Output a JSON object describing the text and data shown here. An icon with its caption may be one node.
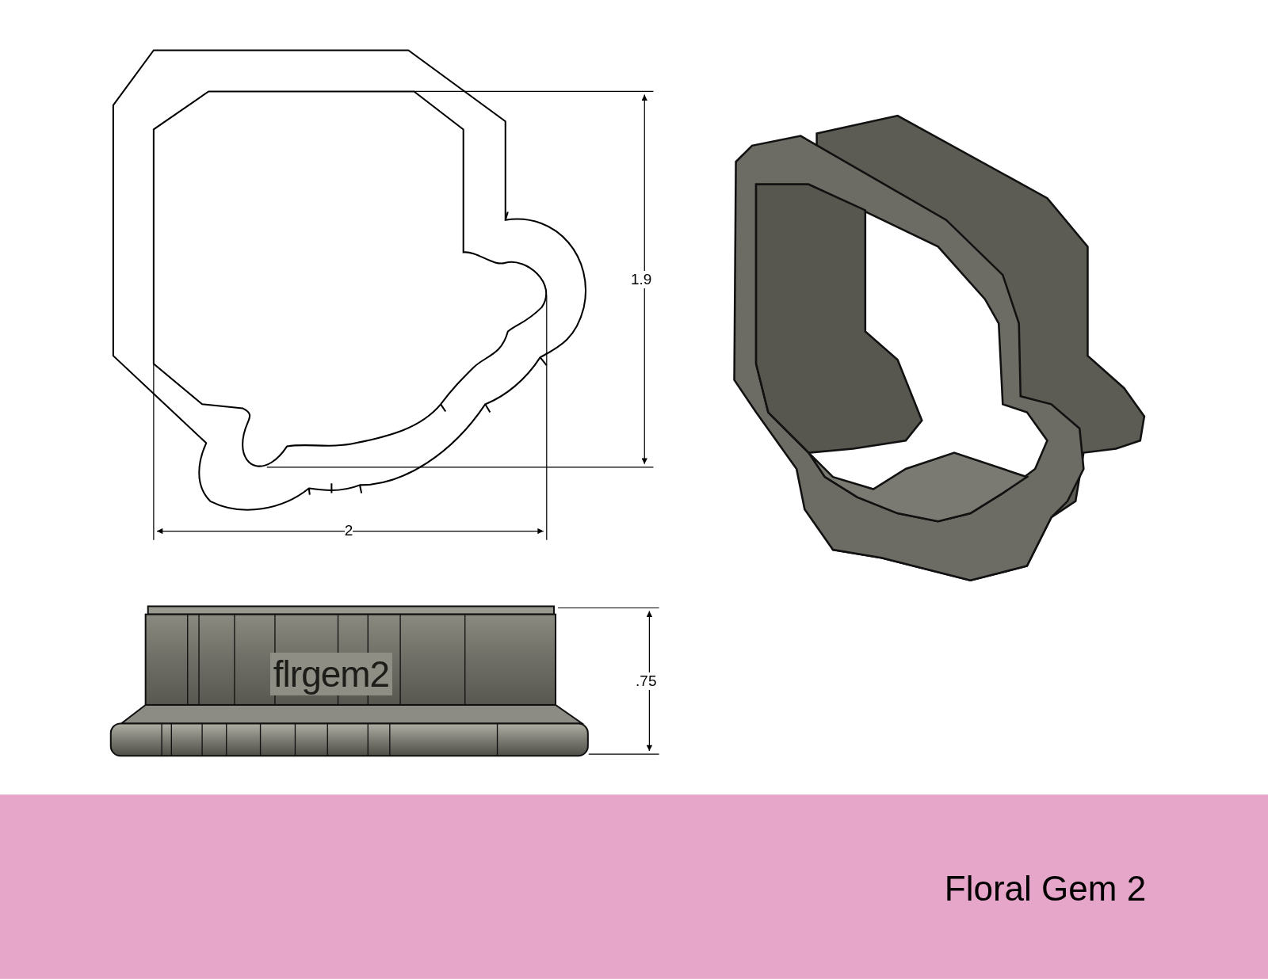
{
  "diagram": {
    "title": "Floral Gem 2",
    "labels": [
      "1.9",
      "2",
      "flrgem2",
      ".75"
    ]
  }
}
